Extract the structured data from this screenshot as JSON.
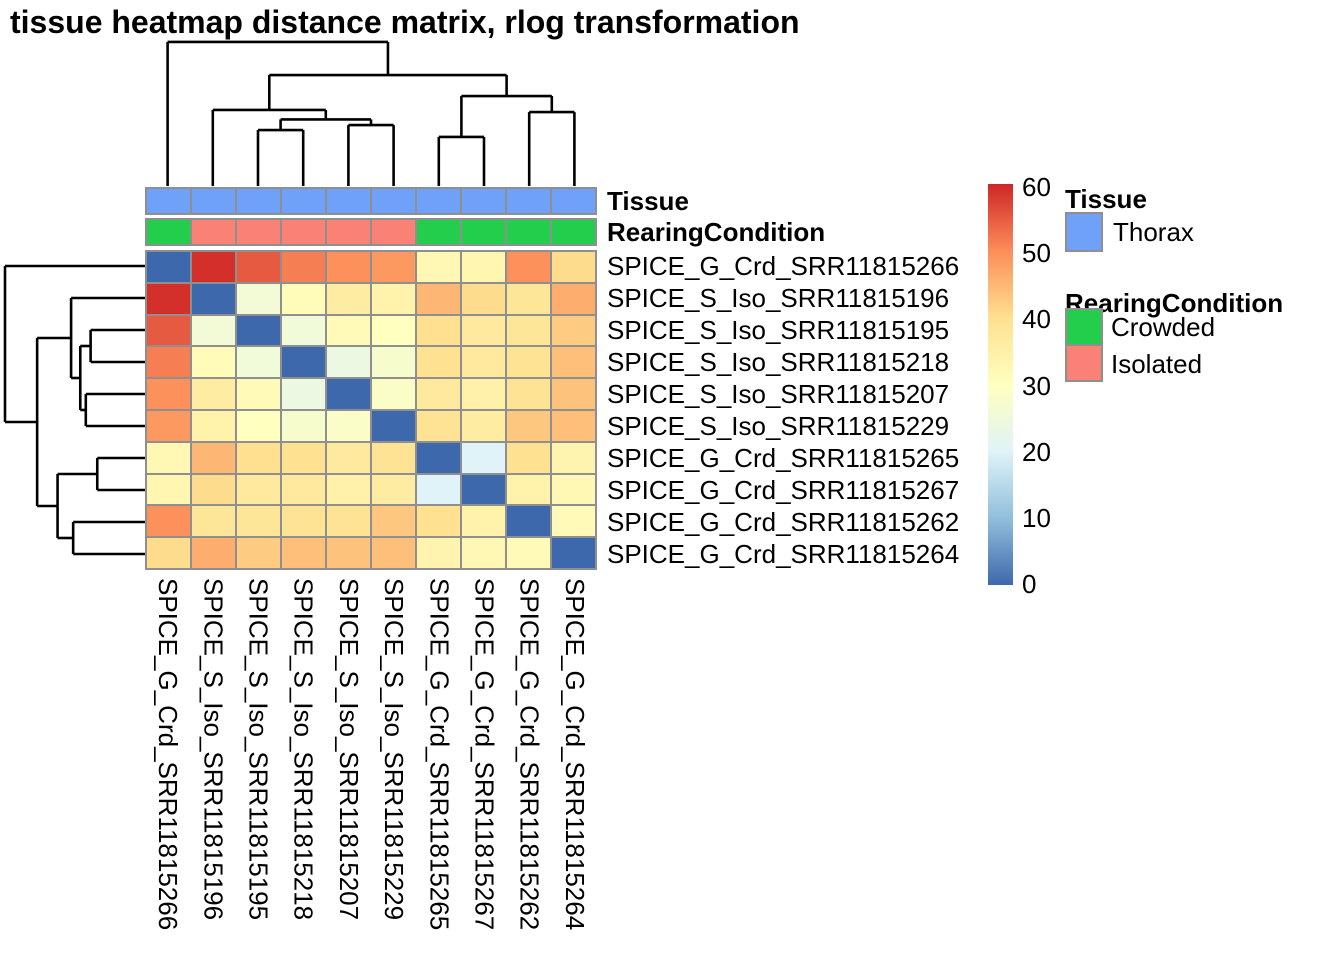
{
  "title": "tissue heatmap distance matrix, rlog transformation",
  "annotation_tracks": {
    "tissue_label": "Tissue",
    "rearing_label": "RearingCondition",
    "tissue_values": [
      "Thorax",
      "Thorax",
      "Thorax",
      "Thorax",
      "Thorax",
      "Thorax",
      "Thorax",
      "Thorax",
      "Thorax",
      "Thorax"
    ],
    "rearing_values": [
      "Crowded",
      "Isolated",
      "Isolated",
      "Isolated",
      "Isolated",
      "Isolated",
      "Crowded",
      "Crowded",
      "Crowded",
      "Crowded"
    ],
    "colors": {
      "Thorax": "#70A1F8",
      "Crowded": "#23CE4D",
      "Isolated": "#FA8175"
    }
  },
  "legend": {
    "tissue_title": "Tissue",
    "tissue_items": [
      {
        "label": "Thorax",
        "color": "#70A1F8"
      }
    ],
    "rearing_title": "RearingCondition",
    "rearing_items": [
      {
        "label": "Crowded",
        "color": "#23CE4D"
      },
      {
        "label": "Isolated",
        "color": "#FA8175"
      }
    ]
  },
  "chart_data": {
    "type": "heatmap",
    "title": "tissue heatmap distance matrix, rlog transformation",
    "rows": [
      "SPICE_G_Crd_SRR11815266",
      "SPICE_S_Iso_SRR11815196",
      "SPICE_S_Iso_SRR11815195",
      "SPICE_S_Iso_SRR11815218",
      "SPICE_S_Iso_SRR11815207",
      "SPICE_S_Iso_SRR11815229",
      "SPICE_G_Crd_SRR11815265",
      "SPICE_G_Crd_SRR11815267",
      "SPICE_G_Crd_SRR11815262",
      "SPICE_G_Crd_SRR11815264"
    ],
    "cols": [
      "SPICE_G_Crd_SRR11815266",
      "SPICE_S_Iso_SRR11815196",
      "SPICE_S_Iso_SRR11815195",
      "SPICE_S_Iso_SRR11815218",
      "SPICE_S_Iso_SRR11815207",
      "SPICE_S_Iso_SRR11815229",
      "SPICE_G_Crd_SRR11815265",
      "SPICE_G_Crd_SRR11815267",
      "SPICE_G_Crd_SRR11815262",
      "SPICE_G_Crd_SRR11815264"
    ],
    "values": [
      [
        0,
        59,
        55,
        51.5,
        49.5,
        48.5,
        32.5,
        33,
        49.5,
        40.5
      ],
      [
        59,
        0,
        26,
        31,
        36,
        34,
        45,
        40.5,
        38,
        46
      ],
      [
        55,
        26,
        0,
        25.5,
        31.5,
        30,
        40,
        37,
        38,
        42.5
      ],
      [
        51.5,
        31,
        25.5,
        0,
        24,
        27.5,
        39.5,
        37,
        39,
        44
      ],
      [
        49.5,
        36,
        31.5,
        24,
        0,
        28.5,
        37,
        34.5,
        39,
        43.5
      ],
      [
        48.5,
        34,
        30,
        27.5,
        28.5,
        0,
        39,
        36,
        43,
        44
      ],
      [
        32.5,
        45,
        40,
        39.5,
        37,
        39,
        0,
        20,
        39.5,
        33.5
      ],
      [
        33,
        40.5,
        37,
        37,
        34.5,
        36,
        20,
        0,
        34,
        32.5
      ],
      [
        49.5,
        38,
        38,
        39,
        39,
        43,
        39.5,
        34,
        0,
        31.5
      ],
      [
        40.5,
        46,
        42.5,
        44,
        43.5,
        44,
        33.5,
        32.5,
        31.5,
        0
      ]
    ],
    "colormap": {
      "stops": [
        [
          0,
          "#3E68AC"
        ],
        [
          10,
          "#91BFDB"
        ],
        [
          20,
          "#E0F3F8"
        ],
        [
          30,
          "#FFFFBF"
        ],
        [
          40,
          "#FEE090"
        ],
        [
          50,
          "#FC8D59"
        ],
        [
          60,
          "#CE2627"
        ]
      ]
    },
    "scale": {
      "min": 0,
      "max": 60,
      "ticks": [
        60,
        50,
        40,
        30,
        20,
        10,
        0
      ]
    },
    "grid_line_color": "#8F8F8F",
    "col_dendrogram": {
      "h": 61,
      "c": [
        {
          "l": 0
        },
        {
          "h": 47,
          "c": [
            {
              "h": 32.2,
              "c": [
                {
                  "l": 1
                },
                {
                  "h": 28.2,
                  "c": [
                    {
                      "h": 23.7,
                      "c": [
                        {
                          "l": 2
                        },
                        {
                          "l": 3
                        }
                      ]
                    },
                    {
                      "h": 25.8,
                      "c": [
                        {
                          "l": 4
                        },
                        {
                          "l": 5
                        }
                      ]
                    }
                  ]
                }
              ]
            },
            {
              "h": 38.1,
              "c": [
                {
                  "h": 20.8,
                  "c": [
                    {
                      "l": 6
                    },
                    {
                      "l": 7
                    }
                  ]
                },
                {
                  "h": 31.3,
                  "c": [
                    {
                      "l": 8
                    },
                    {
                      "l": 9
                    }
                  ]
                }
              ]
            }
          ]
        }
      ]
    },
    "row_dendrogram": {
      "h": 61,
      "c": [
        {
          "l": 0
        },
        {
          "h": 47,
          "c": [
            {
              "h": 32.2,
              "c": [
                {
                  "l": 1
                },
                {
                  "h": 28.2,
                  "c": [
                    {
                      "h": 23.7,
                      "c": [
                        {
                          "l": 2
                        },
                        {
                          "l": 3
                        }
                      ]
                    },
                    {
                      "h": 25.8,
                      "c": [
                        {
                          "l": 4
                        },
                        {
                          "l": 5
                        }
                      ]
                    }
                  ]
                }
              ]
            },
            {
              "h": 38.1,
              "c": [
                {
                  "h": 20.8,
                  "c": [
                    {
                      "l": 6
                    },
                    {
                      "l": 7
                    }
                  ]
                },
                {
                  "h": 31.3,
                  "c": [
                    {
                      "l": 8
                    },
                    {
                      "l": 9
                    }
                  ]
                }
              ]
            }
          ]
        }
      ]
    }
  }
}
